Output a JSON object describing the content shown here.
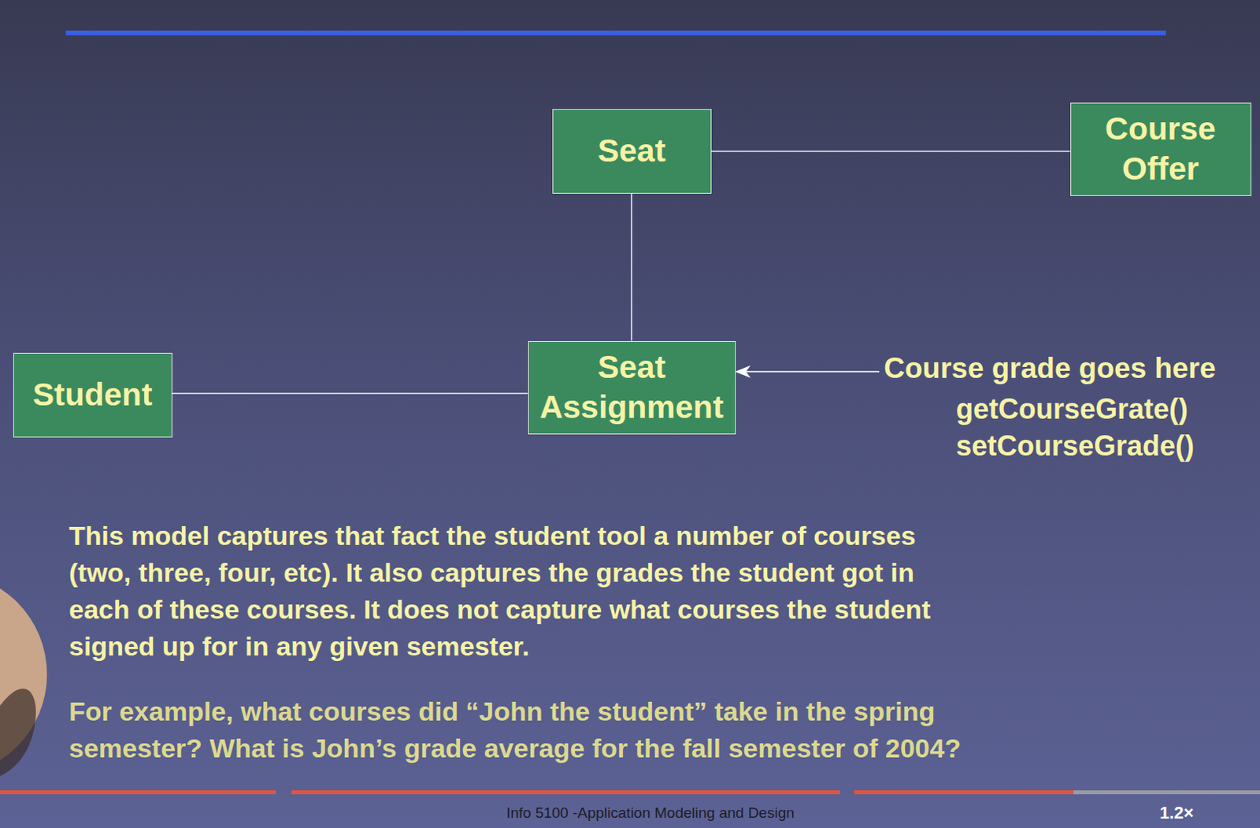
{
  "diagram": {
    "nodes": [
      {
        "text": [
          "Seat"
        ]
      },
      {
        "text": [
          "Course Offer"
        ]
      },
      {
        "text": [
          "Student"
        ]
      },
      {
        "text": [
          "Seat Assignment"
        ]
      }
    ],
    "edges": [
      {
        "from": 0,
        "to": 1,
        "arrow": "none"
      },
      {
        "from": 0,
        "to": 3,
        "arrow": "none"
      },
      {
        "from": 2,
        "to": 3,
        "arrow": "none"
      }
    ],
    "labels": [
      "Course grade goes here",
      "getCourseGrate()",
      "setCourseGrade()",
      "This model captures that fact the student tool a number of courses (two, three, four, etc). It also captures the grades the student got in each of these courses. It does not capture what courses the student signed up for in any given semester.",
      "For example, what courses did “John the student” take in the spring semester? What is John’s grade average for the fall semester of 2004?",
      "Info 5100 -Application Modeling and Design",
      "1.2×"
    ]
  }
}
